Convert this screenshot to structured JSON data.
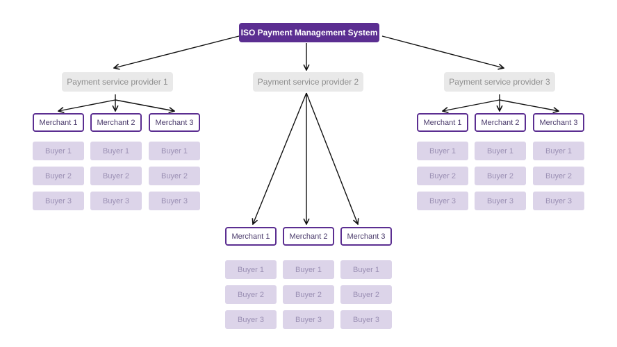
{
  "root": {
    "label": "ISO Payment Management System"
  },
  "colors": {
    "primary": "#5b2e91",
    "provider_bg": "#e9e9e9",
    "provider_text": "#8f8f8f",
    "buyer_bg": "#dcd4e9",
    "buyer_text": "#9a8fb3",
    "arrow": "#111111"
  },
  "providers": [
    {
      "label": "Payment service provider 1",
      "merchants": [
        {
          "label": "Merchant 1",
          "buyers": [
            "Buyer 1",
            "Buyer 2",
            "Buyer 3"
          ]
        },
        {
          "label": "Merchant 2",
          "buyers": [
            "Buyer 1",
            "Buyer 2",
            "Buyer 3"
          ]
        },
        {
          "label": "Merchant 3",
          "buyers": [
            "Buyer 1",
            "Buyer 2",
            "Buyer 3"
          ]
        }
      ]
    },
    {
      "label": "Payment service provider 2",
      "merchants": [
        {
          "label": "Merchant 1",
          "buyers": [
            "Buyer 1",
            "Buyer 2",
            "Buyer 3"
          ]
        },
        {
          "label": "Merchant 2",
          "buyers": [
            "Buyer 1",
            "Buyer 2",
            "Buyer 3"
          ]
        },
        {
          "label": "Merchant 3",
          "buyers": [
            "Buyer 1",
            "Buyer 2",
            "Buyer 3"
          ]
        }
      ]
    },
    {
      "label": "Payment service provider 3",
      "merchants": [
        {
          "label": "Merchant 1",
          "buyers": [
            "Buyer 1",
            "Buyer 2",
            "Buyer 3"
          ]
        },
        {
          "label": "Merchant 2",
          "buyers": [
            "Buyer 1",
            "Buyer 2",
            "Buyer 3"
          ]
        },
        {
          "label": "Merchant 3",
          "buyers": [
            "Buyer 1",
            "Buyer 2",
            "Buyer 3"
          ]
        }
      ]
    }
  ]
}
